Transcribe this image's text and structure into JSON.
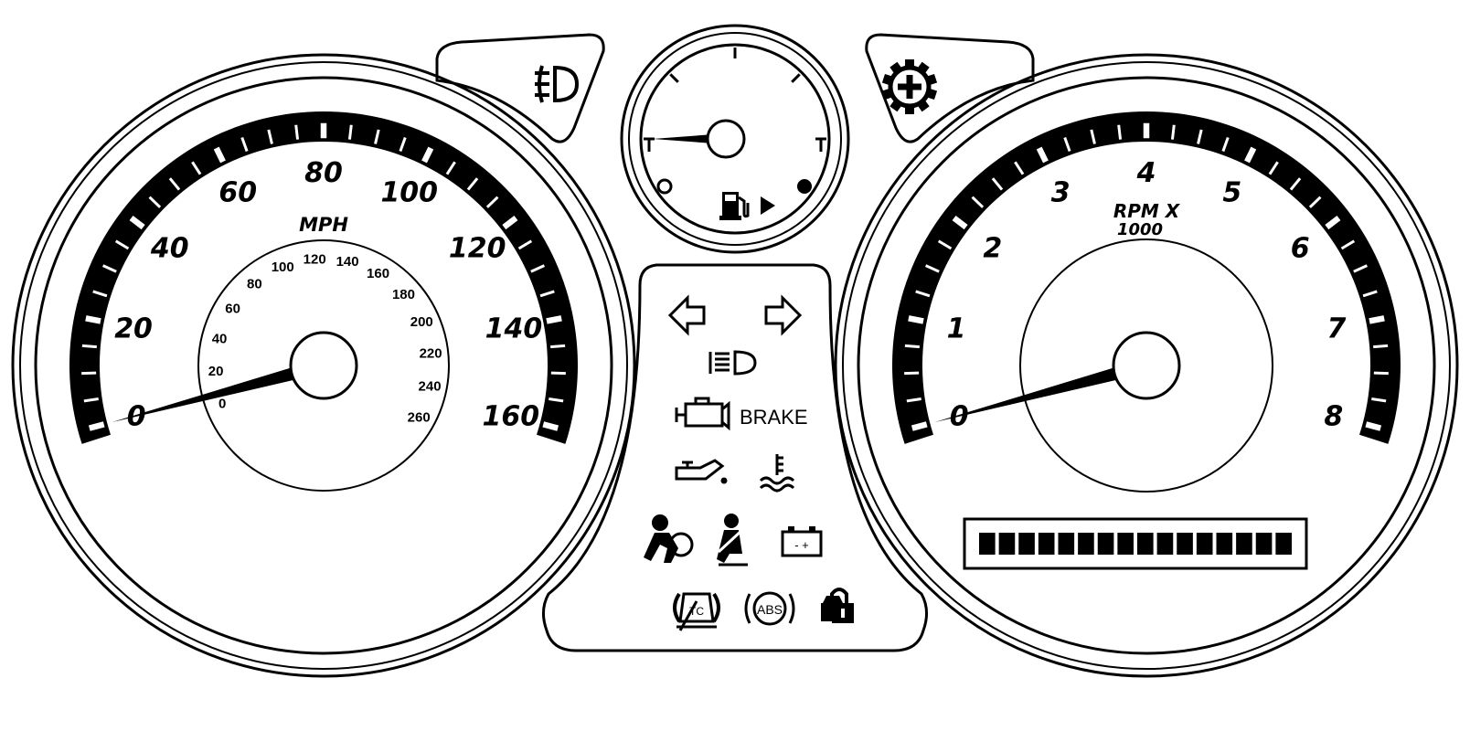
{
  "speedometer": {
    "unit_label": "MPH",
    "mph_labels": [
      "0",
      "20",
      "40",
      "60",
      "80",
      "100",
      "120",
      "140",
      "160"
    ],
    "mph_max": 160,
    "kmh_labels": [
      "0",
      "20",
      "40",
      "60",
      "80",
      "100",
      "120",
      "140",
      "160",
      "180",
      "200",
      "220",
      "240",
      "260"
    ],
    "kmh_max": 260,
    "needle_value_mph": 0
  },
  "tachometer": {
    "unit_label_line1": "RPM X",
    "unit_label_line2": "1000",
    "rpm_labels": [
      "0",
      "1",
      "2",
      "3",
      "4",
      "5",
      "6",
      "7",
      "8"
    ],
    "rpm_max": 8,
    "needle_value_rpm": 0,
    "odometer_segments": 16
  },
  "fuel_gauge": {
    "needle_level": 0,
    "icons": [
      "fuel-pump-icon",
      "fuel-door-arrow-icon"
    ]
  },
  "indicator_icons": {
    "top_left": "fog-lamp-icon",
    "top_right": "service-gear-icon",
    "center": [
      "left-turn-signal-icon",
      "right-turn-signal-icon",
      "high-beam-icon",
      "check-engine-icon",
      "oil-pressure-icon",
      "coolant-temperature-icon",
      "airbag-icon",
      "seatbelt-icon",
      "battery-icon",
      "traction-control-icon",
      "abs-icon",
      "security-icon"
    ]
  },
  "brake_label": "BRAKE",
  "tc_label": "TC",
  "abs_label": "ABS",
  "battery_label": "- +"
}
